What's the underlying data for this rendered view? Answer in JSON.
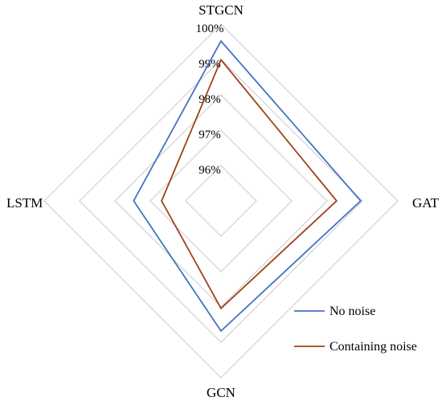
{
  "chart_data": {
    "type": "radar",
    "axes": [
      "STGCN",
      "GAT",
      "GCN",
      "LSTM"
    ],
    "ticks": [
      "96%",
      "97%",
      "98%",
      "99%",
      "100%"
    ],
    "range": [
      0.95,
      1.0
    ],
    "grid": true,
    "legend_position": "bottom-right",
    "series": [
      {
        "name": "No noise",
        "color": "#4472C4",
        "values": [
          0.9952,
          0.9895,
          0.9868,
          0.9747
        ]
      },
      {
        "name": "Containing noise",
        "color": "#A0411A",
        "values": [
          0.9899,
          0.9827,
          0.9804,
          0.9668
        ]
      }
    ]
  }
}
